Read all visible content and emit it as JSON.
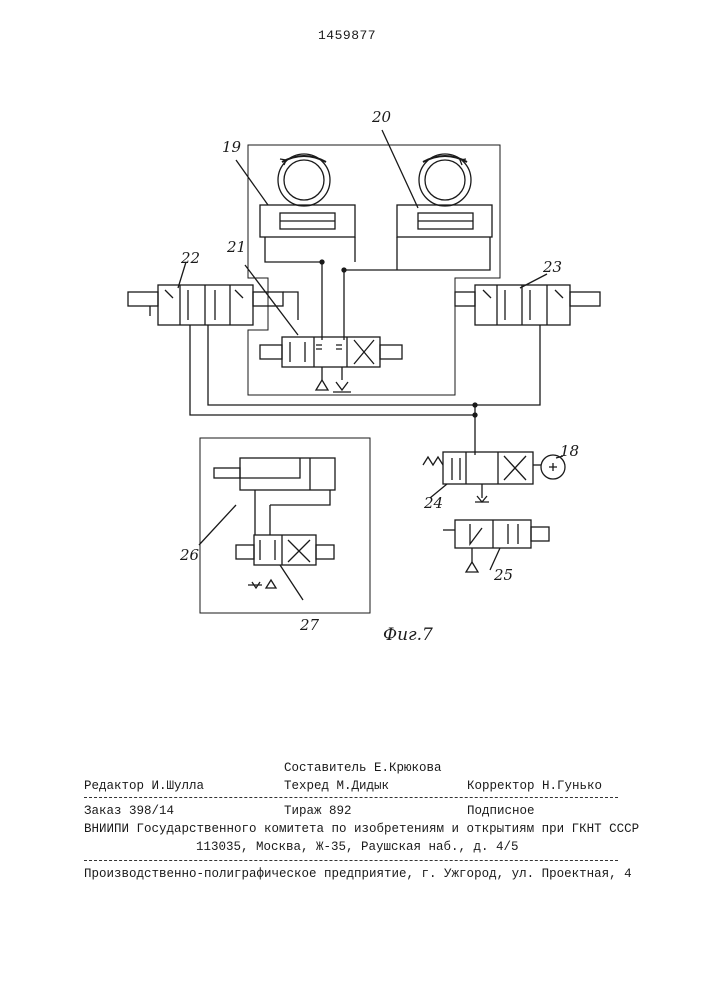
{
  "page_number": "1459877",
  "figure": {
    "caption": "Фиг.7",
    "labels": {
      "l18": "18",
      "l19": "19",
      "l20": "20",
      "l21": "21",
      "l22": "22",
      "l23": "23",
      "l24": "24",
      "l25": "25",
      "l26": "26",
      "l27": "27"
    }
  },
  "imprint": {
    "compiler": "Составитель Е.Крюкова",
    "editor": "Редактор И.Шулла",
    "techred": "Техред М.Дидык",
    "corrector": "Корректор Н.Гунько",
    "order": "Заказ 398/14",
    "circulation": "Тираж 892",
    "subscription": "Подписное",
    "vniipi": "ВНИИПИ Государственного комитета по изобретениям и открытиям при ГКНТ СССР",
    "address": "113035, Москва, Ж-35, Раушская наб., д. 4/5",
    "printer": "Производственно-полиграфическое предприятие, г. Ужгород, ул. Проектная, 4"
  }
}
